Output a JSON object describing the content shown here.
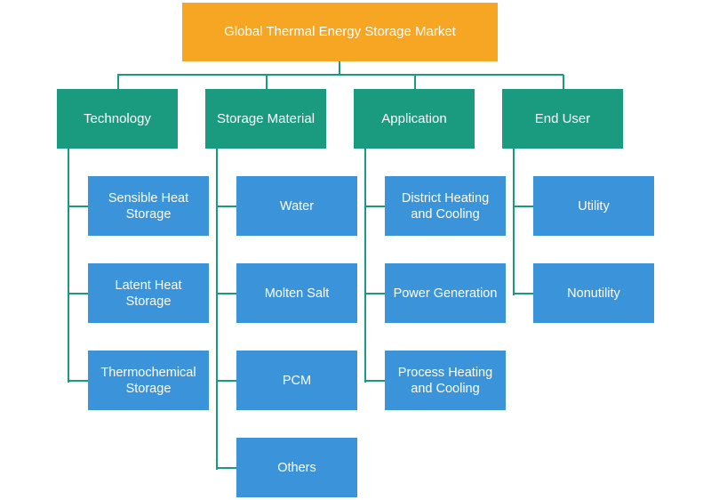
{
  "root": {
    "label": "Global Thermal Energy Storage Market"
  },
  "colors": {
    "root": "#f6a623",
    "category": "#1a9b7f",
    "leaf": "#3b93da",
    "connector": "#1a9b7f"
  },
  "categories": [
    {
      "label": "Technology",
      "items": [
        "Sensible Heat Storage",
        "Latent Heat Storage",
        "Thermochemical Storage"
      ]
    },
    {
      "label": "Storage Material",
      "items": [
        "Water",
        "Molten Salt",
        "PCM",
        "Others"
      ]
    },
    {
      "label": "Application",
      "items": [
        "District Heating and Cooling",
        "Power Generation",
        "Process Heating and Cooling"
      ]
    },
    {
      "label": "End User",
      "items": [
        "Utility",
        "Nonutility"
      ]
    }
  ]
}
